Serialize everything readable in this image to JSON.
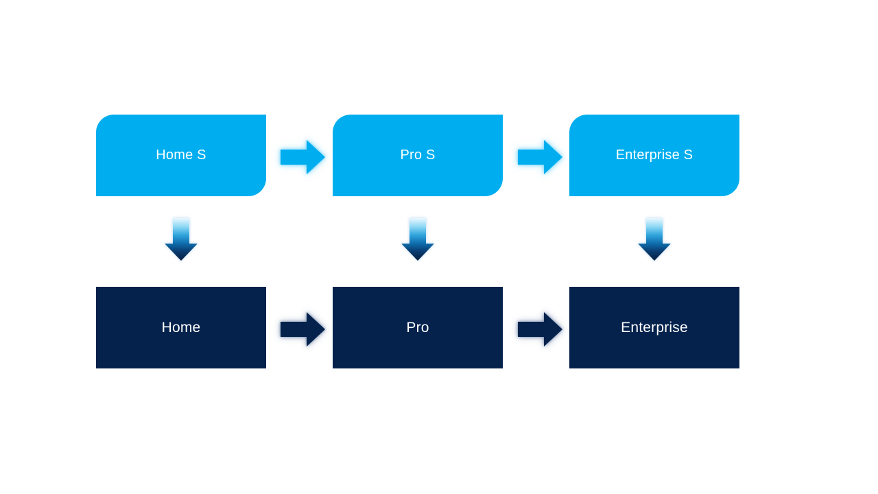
{
  "colors": {
    "background": "#FFFFFF",
    "cyan": "#00AEEF",
    "navy": "#04224B",
    "label_text": "#FFFFFF"
  },
  "columns": [
    {
      "top_label": "Home S",
      "bottom_label": "Home"
    },
    {
      "top_label": "Pro S",
      "bottom_label": "Pro"
    },
    {
      "top_label": "Enterprise S",
      "bottom_label": "Enterprise"
    }
  ],
  "icons": {
    "right_arrow": "flow-arrow-right",
    "down_arrow": "flow-arrow-down"
  }
}
